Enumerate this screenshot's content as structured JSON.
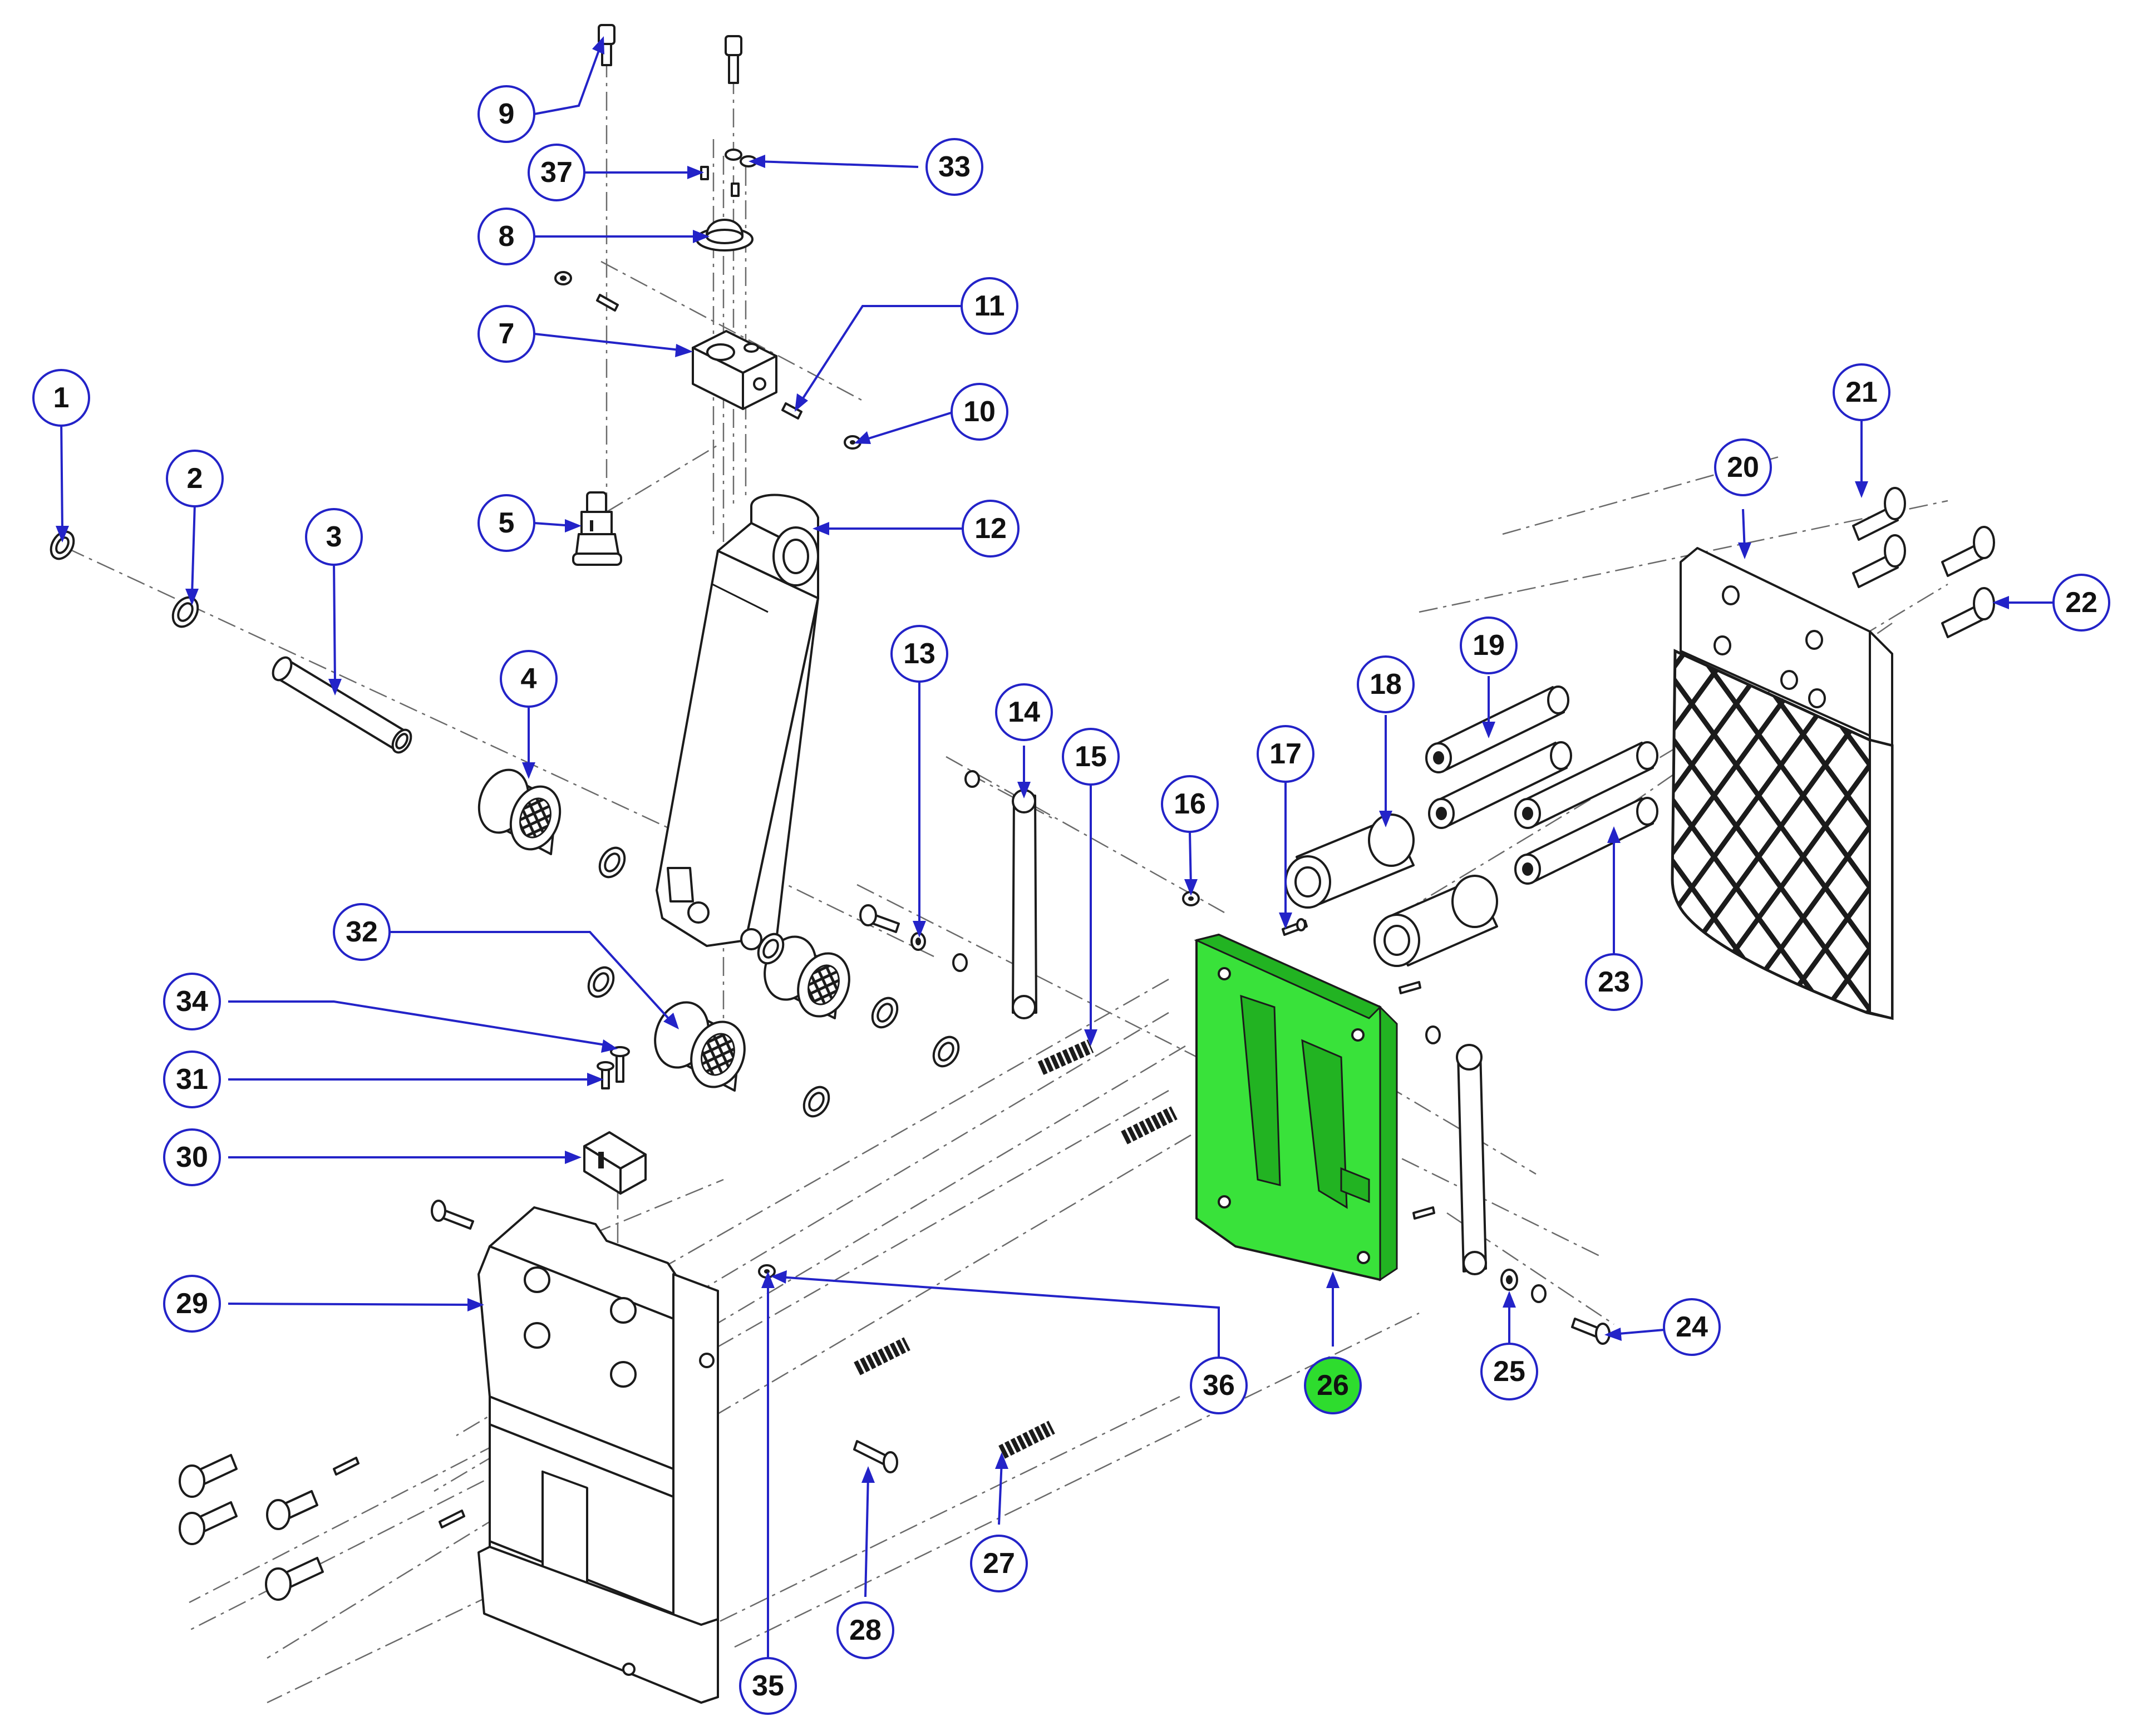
{
  "theme": {
    "balloon_stroke": "#2323c8",
    "leader_color": "#2323c8",
    "highlight_fill": "#2edc2e",
    "part_stroke": "#1b1b1b"
  },
  "balloons": [
    {
      "id": "1",
      "label": "1"
    },
    {
      "id": "2",
      "label": "2"
    },
    {
      "id": "3",
      "label": "3"
    },
    {
      "id": "4",
      "label": "4"
    },
    {
      "id": "5",
      "label": "5"
    },
    {
      "id": "7",
      "label": "7"
    },
    {
      "id": "8",
      "label": "8"
    },
    {
      "id": "9",
      "label": "9"
    },
    {
      "id": "10",
      "label": "10"
    },
    {
      "id": "11",
      "label": "11"
    },
    {
      "id": "12",
      "label": "12"
    },
    {
      "id": "13",
      "label": "13"
    },
    {
      "id": "14",
      "label": "14"
    },
    {
      "id": "15",
      "label": "15"
    },
    {
      "id": "16",
      "label": "16"
    },
    {
      "id": "17",
      "label": "17"
    },
    {
      "id": "18",
      "label": "18"
    },
    {
      "id": "19",
      "label": "19"
    },
    {
      "id": "20",
      "label": "20"
    },
    {
      "id": "21",
      "label": "21"
    },
    {
      "id": "22",
      "label": "22"
    },
    {
      "id": "23",
      "label": "23"
    },
    {
      "id": "24",
      "label": "24"
    },
    {
      "id": "25",
      "label": "25"
    },
    {
      "id": "26",
      "label": "26",
      "highlighted": true
    },
    {
      "id": "27",
      "label": "27"
    },
    {
      "id": "28",
      "label": "28"
    },
    {
      "id": "29",
      "label": "29"
    },
    {
      "id": "30",
      "label": "30"
    },
    {
      "id": "31",
      "label": "31"
    },
    {
      "id": "32",
      "label": "32"
    },
    {
      "id": "33",
      "label": "33"
    },
    {
      "id": "34",
      "label": "34"
    },
    {
      "id": "35",
      "label": "35"
    },
    {
      "id": "36",
      "label": "36"
    },
    {
      "id": "37",
      "label": "37"
    }
  ]
}
